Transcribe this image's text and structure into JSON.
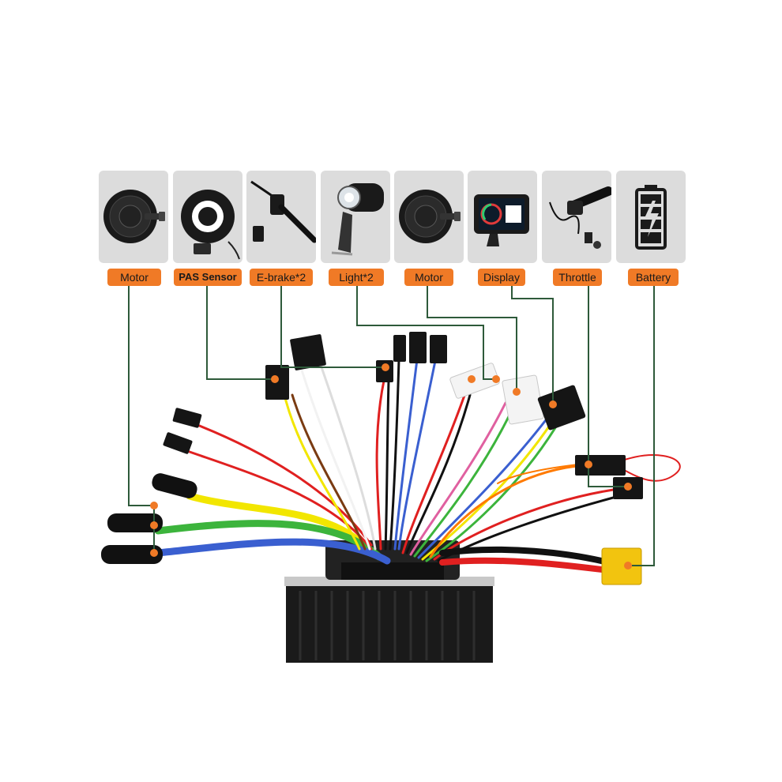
{
  "components": [
    {
      "label": "Motor",
      "icon": "hub-motor-icon"
    },
    {
      "label": "PAS Sensor",
      "icon": "pas-sensor-disc-icon"
    },
    {
      "label": "E-brake*2",
      "icon": "brake-lever-icon"
    },
    {
      "label": "Light*2",
      "icon": "headlight-icon"
    },
    {
      "label": "Motor",
      "icon": "hub-motor-icon"
    },
    {
      "label": "Display",
      "icon": "lcd-display-icon"
    },
    {
      "label": "Throttle",
      "icon": "twist-throttle-icon"
    },
    {
      "label": "Battery",
      "icon": "battery-icon"
    }
  ],
  "colors": {
    "tag_orange": "#f07a26",
    "card_gray": "#dcdcdc",
    "leader_line": "#2e5a3a",
    "marker_orange": "#f07a26",
    "controller_body": "#1a1a1a",
    "xt60_yellow": "#f2c40f"
  },
  "wire_colors": [
    "#f2e600",
    "#3cb43c",
    "#3a5fd0",
    "#e02020",
    "#111111",
    "#f2f2f2",
    "#ff7a00",
    "#7a3b12",
    "#e060a0"
  ]
}
